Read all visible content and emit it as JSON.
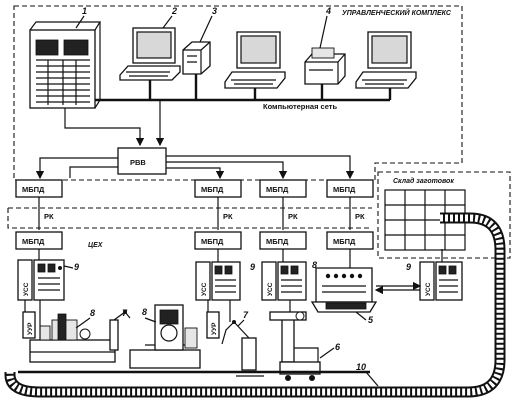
{
  "labels": {
    "control_complex": "УПРАВЛЕНЧЕСКИЙ КОМПЛЕКС",
    "network": "Компьютерная сеть",
    "warehouse": "Склад заготовок",
    "shop": "ЦЕХ",
    "rvv": "РВВ",
    "mbpd": "МБПД",
    "rk": "РК",
    "uss": "УСС",
    "uur": "УУР"
  },
  "numbers": {
    "n1": "1",
    "n2": "2",
    "n3": "3",
    "n4": "4",
    "n5": "5",
    "n6": "6",
    "n7": "7",
    "n8": "8",
    "n9": "9",
    "n10": "10"
  }
}
